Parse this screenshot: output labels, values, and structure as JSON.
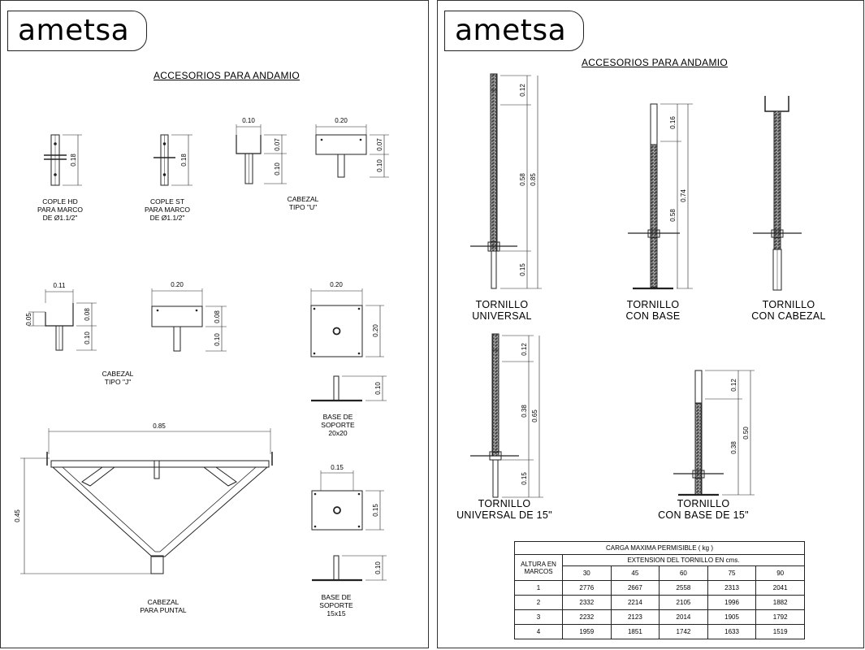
{
  "brand": "ametsa",
  "left_sheet": {
    "title": "ACCESORIOS PARA ANDAMIO",
    "items": {
      "cople_hd": {
        "lines": [
          "COPLE HD",
          "PARA MARCO",
          "DE Ø1.1/2\""
        ],
        "dims": [
          "0.18"
        ]
      },
      "cople_st": {
        "lines": [
          "COPLE ST",
          "PARA MARCO",
          "DE Ø1.1/2\""
        ],
        "dims": [
          "0.18"
        ]
      },
      "cabezal_u": {
        "lines": [
          "CABEZAL",
          "TIPO \"U\""
        ],
        "dims": [
          "0.10",
          "0.07",
          "0.10",
          "0.20",
          "0.07",
          "0.10"
        ]
      },
      "cabezal_j": {
        "lines": [
          "CABEZAL",
          "TIPO \"J\""
        ],
        "dims": [
          "0.11",
          "0.05",
          "0.08",
          "0.10",
          "0.20",
          "0.08",
          "0.10"
        ]
      },
      "base_20": {
        "lines": [
          "BASE DE",
          "SOPORTE",
          "20x20"
        ],
        "dims": [
          "0.20",
          "0.20",
          "0.10"
        ]
      },
      "cabezal_puntal": {
        "lines": [
          "CABEZAL",
          "PARA PUNTAL"
        ],
        "dims": [
          "0.85",
          "0.45"
        ]
      },
      "base_15": {
        "lines": [
          "BASE DE",
          "SOPORTE",
          "15x15"
        ],
        "dims": [
          "0.15",
          "0.15",
          "0.10"
        ]
      }
    }
  },
  "right_sheet": {
    "title": "ACCESORIOS PARA ANDAMIO",
    "items": {
      "tornillo_universal": {
        "lines": [
          "TORNILLO",
          "UNIVERSAL"
        ],
        "dims": [
          "0.12",
          "0.58",
          "0.85",
          "0.15"
        ]
      },
      "tornillo_base": {
        "lines": [
          "TORNILLO",
          "CON BASE"
        ],
        "dims": [
          "0.16",
          "0.58",
          "0.74"
        ]
      },
      "tornillo_cabezal": {
        "lines": [
          "TORNILLO",
          "CON CABEZAL"
        ]
      },
      "tornillo_universal_15": {
        "lines": [
          "TORNILLO",
          "UNIVERSAL DE 15\""
        ],
        "dims": [
          "0.12",
          "0.38",
          "0.65",
          "0.15"
        ]
      },
      "tornillo_base_15": {
        "lines": [
          "TORNILLO",
          "CON BASE DE 15\""
        ],
        "dims": [
          "0.12",
          "0.38",
          "0.50"
        ]
      }
    },
    "table": {
      "title": "CARGA MAXIMA PERMISIBLE ( kg )",
      "row_header": [
        "ALTURA EN",
        "MARCOS"
      ],
      "col_group": "EXTENSION DEL TORNILLO EN cms.",
      "columns": [
        "30",
        "45",
        "60",
        "75",
        "90"
      ],
      "rows": [
        [
          "1",
          "2776",
          "2667",
          "2558",
          "2313",
          "2041"
        ],
        [
          "2",
          "2332",
          "2214",
          "2105",
          "1996",
          "1882"
        ],
        [
          "3",
          "2232",
          "2123",
          "2014",
          "1905",
          "1792"
        ],
        [
          "4",
          "1959",
          "1851",
          "1742",
          "1633",
          "1519"
        ]
      ]
    }
  }
}
